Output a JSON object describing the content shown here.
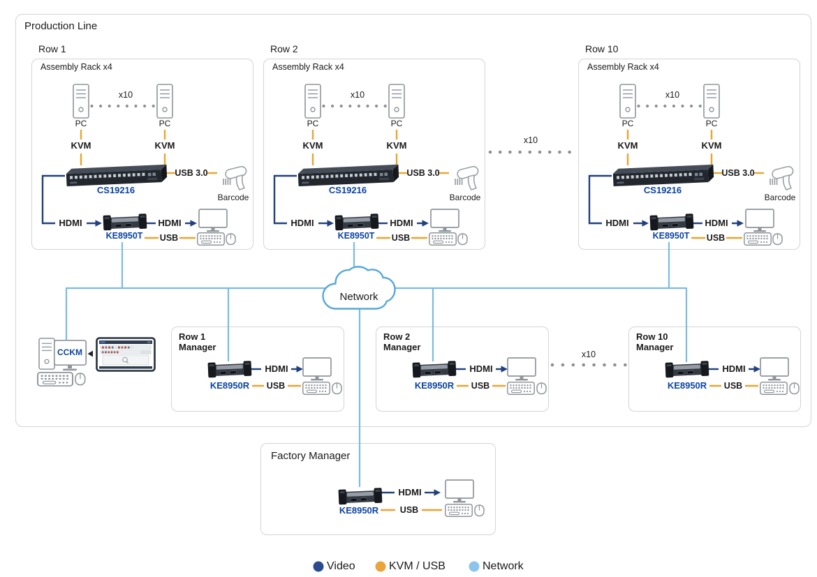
{
  "title": "Production Line",
  "racks": [
    {
      "row": "Row 1",
      "rack": "Assembly Rack x4",
      "x10": "x10",
      "pc1": "PC",
      "pc2": "PC",
      "kvm1": "KVM",
      "kvm2": "KVM",
      "switch": "CS19216",
      "usb3": "USB 3.0",
      "barcode": "Barcode",
      "hdmi_in": "HDMI",
      "extender": "KE8950T",
      "hdmi_out": "HDMI",
      "usb": "USB"
    },
    {
      "row": "Row 2",
      "rack": "Assembly Rack x4",
      "x10": "x10",
      "pc1": "PC",
      "pc2": "PC",
      "kvm1": "KVM",
      "kvm2": "KVM",
      "switch": "CS19216",
      "usb3": "USB 3.0",
      "barcode": "Barcode",
      "hdmi_in": "HDMI",
      "extender": "KE8950T",
      "hdmi_out": "HDMI",
      "usb": "USB"
    },
    {
      "row": "Row 10",
      "rack": "Assembly Rack x4",
      "x10": "x10",
      "pc1": "PC",
      "pc2": "PC",
      "kvm1": "KVM",
      "kvm2": "KVM",
      "switch": "CS19216",
      "usb3": "USB 3.0",
      "barcode": "Barcode",
      "hdmi_in": "HDMI",
      "extender": "KE8950T",
      "hdmi_out": "HDMI",
      "usb": "USB"
    }
  ],
  "rack_gap": {
    "x10": "x10"
  },
  "network": {
    "label": "Network"
  },
  "cckm": {
    "label": "CCKM"
  },
  "managers": [
    {
      "line1": "Row 1",
      "line2": "Manager",
      "extender": "KE8950R",
      "hdmi": "HDMI",
      "usb": "USB"
    },
    {
      "line1": "Row 2",
      "line2": "Manager",
      "extender": "KE8950R",
      "hdmi": "HDMI",
      "usb": "USB"
    },
    {
      "line1": "Row 10",
      "line2": "Manager",
      "extender": "KE8950R",
      "hdmi": "HDMI",
      "usb": "USB"
    }
  ],
  "manager_gap": {
    "x10": "x10"
  },
  "factory": {
    "label": "Factory Manager",
    "extender": "KE8950R",
    "hdmi": "HDMI",
    "usb": "USB"
  },
  "legend": {
    "video": {
      "label": "Video",
      "color": "#2b4b8e"
    },
    "kvm_usb": {
      "label": "KVM / USB",
      "color": "#e9a53c"
    },
    "network": {
      "label": "Network",
      "color": "#8cc5eb"
    }
  }
}
